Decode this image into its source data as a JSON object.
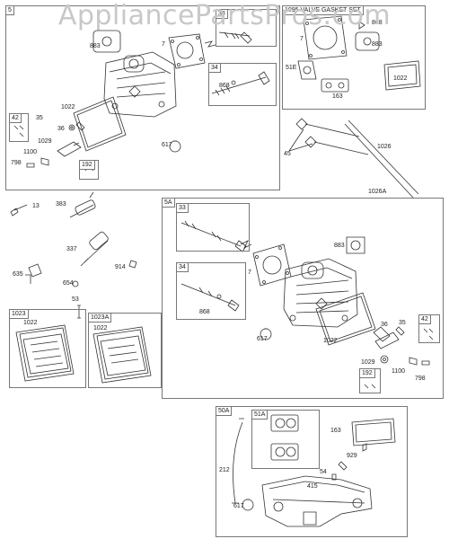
{
  "watermark": "AppliancePartsPros.com",
  "panels": {
    "p5": "5",
    "p1095": "1095 VALVE GASKET SET",
    "p5a": "5A",
    "p1023": "1023",
    "p1023a": "1023A",
    "p50a": "50A",
    "p33_top": "33",
    "p34_top": "34",
    "p42_top": "42",
    "p192_top": "192",
    "p33_mid": "33",
    "p34_mid": "34",
    "p42_mid": "42",
    "p192_mid": "192",
    "p51a": "51A"
  },
  "labels": {
    "l883a": "883",
    "l7a": "7",
    "l868a": "868",
    "l1022a": "1022",
    "l35a": "35",
    "l36a": "36",
    "l1029a": "1029",
    "l1100a": "1100",
    "l798a": "798",
    "l617a": "617",
    "l7b": "7",
    "l868b": "868",
    "l883b": "883",
    "l51e": "51E",
    "l163a": "163",
    "l1022b": "1022",
    "l45": "45",
    "l1026": "1026",
    "l1026a": "1026A",
    "l13": "13",
    "l383": "383",
    "l337": "337",
    "l914": "914",
    "l635": "635",
    "l654": "654",
    "l53": "53",
    "l1022c": "1022",
    "l1022d": "1022",
    "l883c": "883",
    "l7c": "7",
    "l868c": "868",
    "l617b": "617",
    "l1022e": "1022",
    "l36b": "36",
    "l35b": "35",
    "l1029b": "1029",
    "l1100b": "1100",
    "l798b": "798",
    "l163b": "163",
    "l212": "212",
    "l929": "929",
    "l54": "54",
    "l415": "415",
    "l617c": "617"
  }
}
